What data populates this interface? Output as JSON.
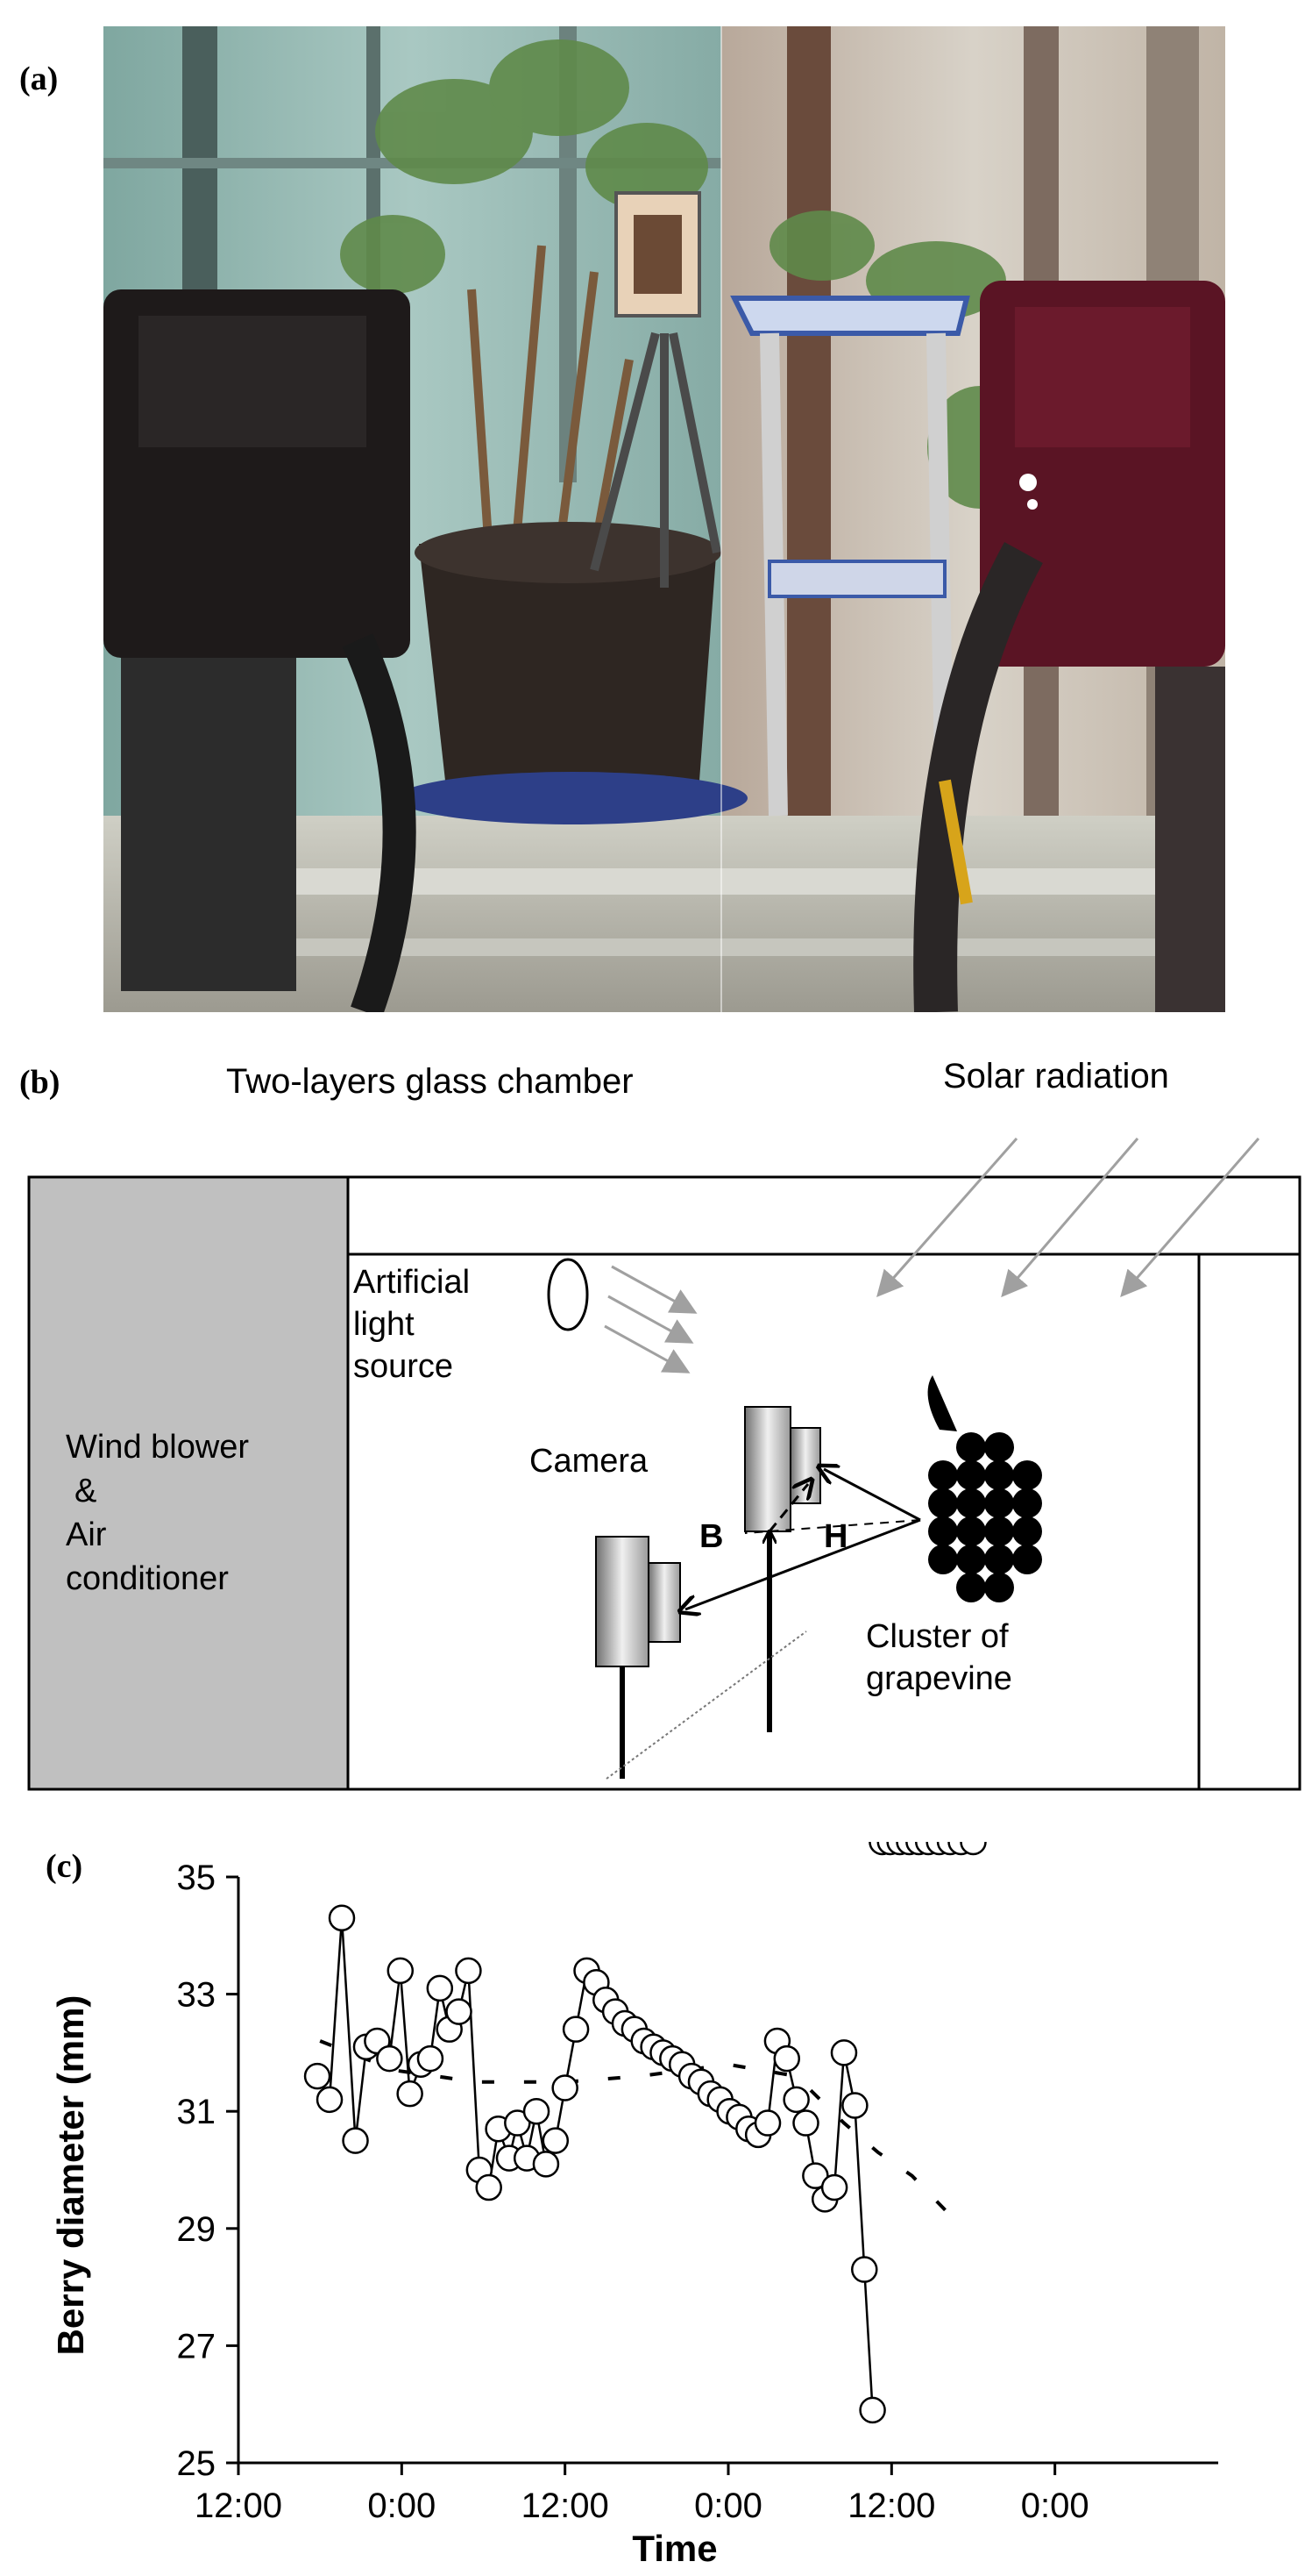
{
  "panels": {
    "a": {
      "label": "(a)"
    },
    "b": {
      "label": "(b)"
    },
    "c": {
      "label": "(c)"
    }
  },
  "diagram": {
    "chamber_title": "Two-layers glass chamber",
    "solar_label": "Solar radiation",
    "blower_line1": "Wind blower",
    "blower_line2": "&",
    "blower_line3": "Air",
    "blower_line4": "conditioner",
    "light_line1": "Artificial",
    "light_line2": "light",
    "light_line3": "source",
    "camera_label": "Camera",
    "baseline_label": "B",
    "height_label": "H",
    "cluster_line1": "Cluster of",
    "cluster_line2": "grapevine",
    "colors": {
      "blower_fill": "#c0c0c0",
      "arrow_gray": "#a0a0a0",
      "line": "#000000"
    }
  },
  "chart_data": {
    "type": "line",
    "title": "",
    "xlabel": "Time",
    "ylabel": "Berry diameter (mm)",
    "ylim": [
      25,
      35
    ],
    "yticks": [
      25,
      27,
      29,
      31,
      33,
      35
    ],
    "xlim_hours": [
      0,
      72
    ],
    "xticks": [
      {
        "h": 0,
        "label": "12:00"
      },
      {
        "h": 12,
        "label": "0:00"
      },
      {
        "h": 24,
        "label": "12:00"
      },
      {
        "h": 36,
        "label": "0:00"
      },
      {
        "h": 48,
        "label": "12:00"
      },
      {
        "h": 60,
        "label": "0:00"
      }
    ],
    "series": [
      {
        "marker": "open-circle",
        "x_hours": [
          5.8,
          6.7,
          7.6,
          8.6,
          9.4,
          10.2,
          11.1,
          11.9,
          12.6,
          13.4,
          14.1,
          14.8,
          15.5,
          16.2,
          16.9,
          17.7,
          18.4,
          19.1,
          19.9,
          20.5,
          21.2,
          21.9,
          22.6,
          23.3,
          24.0,
          24.8,
          25.6,
          26.3,
          27.0,
          27.7,
          28.4,
          29.1,
          29.8,
          30.5,
          31.2,
          31.9,
          32.6,
          33.3,
          34.0,
          34.7,
          35.4,
          36.1,
          36.8,
          37.5,
          38.2,
          38.9,
          39.6,
          40.3,
          41.0,
          41.7,
          42.4,
          43.1,
          43.8,
          44.5,
          45.3,
          46.0,
          46.6,
          47.3,
          47.9,
          48.6,
          49.3,
          50.0,
          50.7,
          51.5,
          52.3,
          53.1,
          54.0
        ],
        "values": [
          31.6,
          31.2,
          34.3,
          30.5,
          32.1,
          32.2,
          31.9,
          33.4,
          31.3,
          31.8,
          31.9,
          33.1,
          32.4,
          32.7,
          33.4,
          30.0,
          29.7,
          30.7,
          30.2,
          30.8,
          30.2,
          31.0,
          30.1,
          30.5,
          31.4,
          32.4,
          33.4,
          33.2,
          32.9,
          32.7,
          32.5,
          32.4,
          32.2,
          32.1,
          32.0,
          31.9,
          31.8,
          31.6,
          31.5,
          31.3,
          31.2,
          31.0,
          30.9,
          30.7,
          30.6,
          30.8,
          32.2,
          31.9,
          31.2,
          30.8,
          29.9,
          29.5,
          29.7,
          32.0,
          31.1,
          28.3,
          25.9
        ]
      },
      {
        "marker": "dashed-trend",
        "x_hours": [
          6.0,
          11.5,
          17.5,
          24.0,
          29.5,
          36.0,
          41.0,
          44.5,
          47.0,
          49.5,
          52.0,
          53.5
        ],
        "values": [
          32.2,
          31.7,
          31.5,
          31.5,
          31.6,
          31.8,
          31.6,
          30.8,
          30.3,
          29.9,
          29.3,
          29.0
        ]
      }
    ]
  }
}
